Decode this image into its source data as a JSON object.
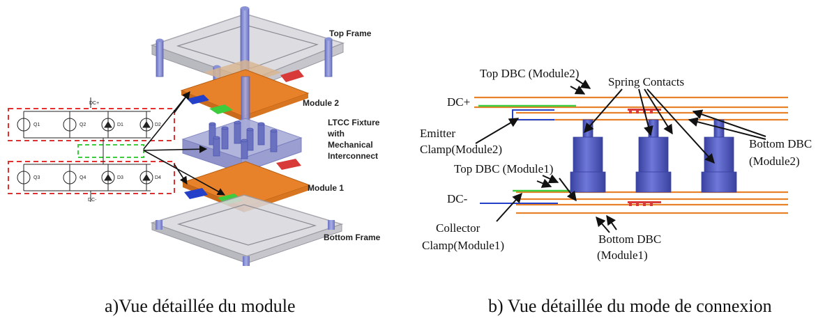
{
  "left": {
    "labels": {
      "top_frame": "Top Frame",
      "module2": "Module 2",
      "ltcc_line1": "LTCC Fixture",
      "ltcc_line2": "with",
      "ltcc_line3": "Mechanical",
      "ltcc_line4": "Interconnect",
      "module1": "Module 1",
      "bottom_frame": "Bottom Frame"
    },
    "circuit": {
      "dc_plus": "DC+",
      "dc_minus": "DC-",
      "upper": [
        "Q1",
        "Q2",
        "D1",
        "D2"
      ],
      "lower": [
        "Q3",
        "Q4",
        "D3",
        "D4"
      ]
    }
  },
  "right": {
    "labels": {
      "top_dbc_m2": "Top DBC (Module2)",
      "spring_contacts": "Spring Contacts",
      "dc_plus": "DC+",
      "emitter_1": "Emitter",
      "emitter_2": "Clamp(Module2)",
      "bottom_dbc_m2_1": "Bottom DBC",
      "bottom_dbc_m2_2": "(Module2)",
      "top_dbc_m1": "Top DBC (Module1)",
      "dc_minus": "DC-",
      "collector_1": "Collector",
      "collector_2": "Clamp(Module1)",
      "bottom_dbc_m1_1": "Bottom DBC",
      "bottom_dbc_m1_2": "(Module1)"
    }
  },
  "captions": {
    "a": "a)Vue détaillée du module",
    "b": "b) Vue détaillée du mode de connexion"
  },
  "colors": {
    "orange": "#e8822a",
    "frame": "#c9c9cf",
    "fixture": "#8e92c8",
    "pillar": "#4d56b0",
    "green": "#3dcc3d",
    "blue": "#2540c8",
    "red_dash": "#e03030"
  }
}
